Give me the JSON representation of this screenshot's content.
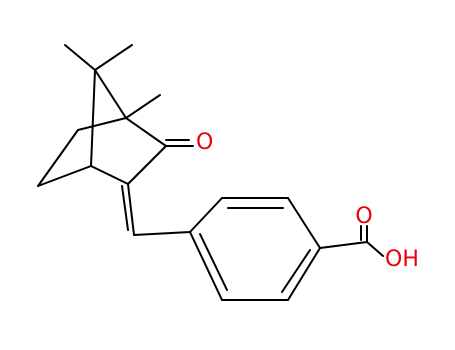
{
  "molecule": {
    "atoms": {
      "ketone_oxygen": "O",
      "acid_carbonyl_oxygen": "O",
      "acid_hydroxyl": "OH"
    },
    "colors": {
      "bond": "#000000",
      "oxygen": "#e8000b"
    }
  }
}
